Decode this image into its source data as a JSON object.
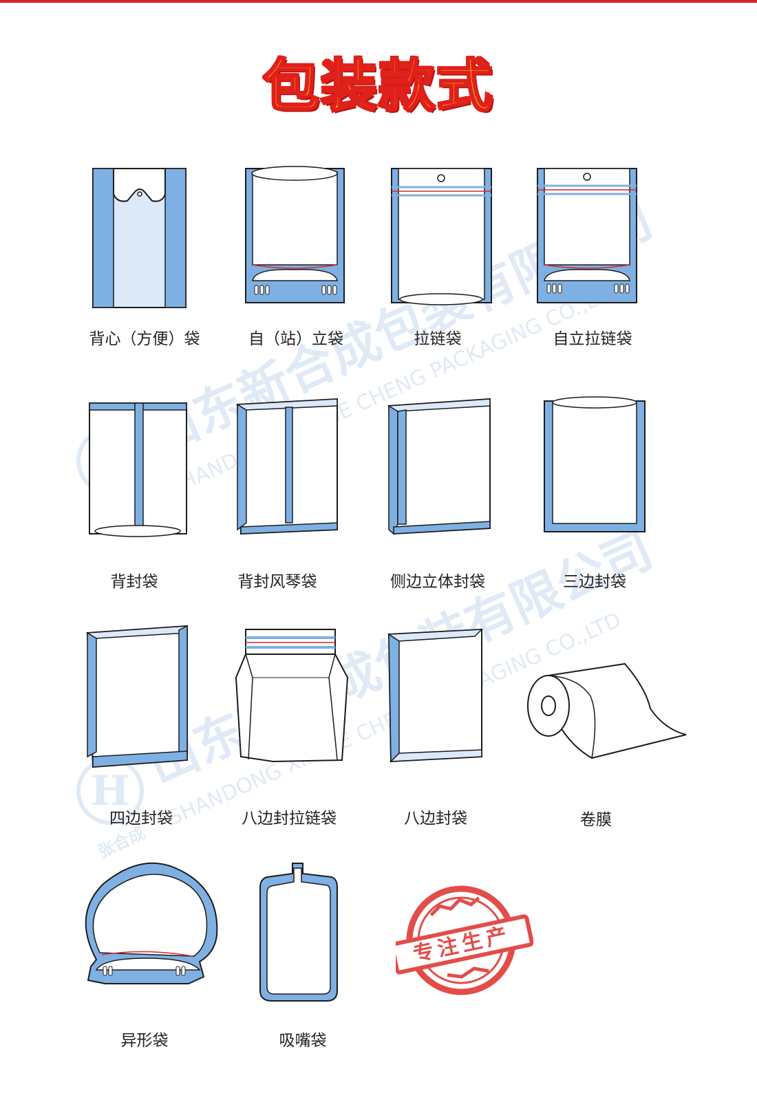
{
  "colors": {
    "accent_blue": "#7fb0e3",
    "light_blue": "#dbe9f8",
    "outline": "#1b1b1b",
    "red_line": "#d9242a",
    "title_fill": "#f7d21c",
    "title_stroke": "#e0201b",
    "stamp_red": "#e03a36"
  },
  "page_title": "包装款式",
  "watermark": {
    "company_cn": "山东新合成包装有限公司",
    "company_en": "SHANDONG XIN HE CHENG PACKAGING CO.,LTD",
    "logo_letter": "H",
    "logo_cn": "张合成"
  },
  "items": [
    {
      "id": "vest-bag",
      "label": "背心（方便）袋",
      "icon": "vest-bag-icon"
    },
    {
      "id": "stand-up-pouch",
      "label": "自（站）立袋",
      "icon": "stand-up-pouch-icon"
    },
    {
      "id": "zipper-bag",
      "label": "拉链袋",
      "icon": "zipper-bag-icon"
    },
    {
      "id": "stand-up-zipper-bag",
      "label": "自立拉链袋",
      "icon": "stand-up-zipper-bag-icon"
    },
    {
      "id": "back-seal-bag",
      "label": "背封袋",
      "icon": "back-seal-bag-icon"
    },
    {
      "id": "back-seal-gusset-bag",
      "label": "背封风琴袋",
      "icon": "back-seal-gusset-bag-icon"
    },
    {
      "id": "side-gusset-bag",
      "label": "侧边立体封袋",
      "icon": "side-gusset-bag-icon"
    },
    {
      "id": "three-side-seal-bag",
      "label": "三边封袋",
      "icon": "three-side-seal-bag-icon"
    },
    {
      "id": "four-side-seal-bag",
      "label": "四边封袋",
      "icon": "four-side-seal-bag-icon"
    },
    {
      "id": "eight-side-zipper-bag",
      "label": "八边封拉链袋",
      "icon": "eight-side-zipper-bag-icon"
    },
    {
      "id": "eight-side-seal-bag",
      "label": "八边封袋",
      "icon": "eight-side-seal-bag-icon"
    },
    {
      "id": "roll-film",
      "label": "卷膜",
      "icon": "roll-film-icon"
    },
    {
      "id": "shaped-bag",
      "label": "异形袋",
      "icon": "shaped-bag-icon"
    },
    {
      "id": "spout-pouch",
      "label": "吸嘴袋",
      "icon": "spout-pouch-icon"
    }
  ],
  "stamp": {
    "text": "专注生产"
  }
}
